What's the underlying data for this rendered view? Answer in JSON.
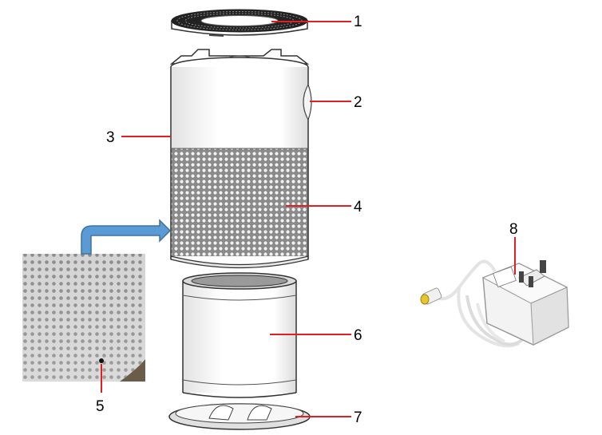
{
  "callouts": [
    {
      "number": "1",
      "part": "top-grille"
    },
    {
      "number": "2",
      "part": "control-panel"
    },
    {
      "number": "3",
      "part": "upper-housing"
    },
    {
      "number": "4",
      "part": "perforated-mesh-housing"
    },
    {
      "number": "5",
      "part": "sensor-hole"
    },
    {
      "number": "6",
      "part": "cylindrical-filter"
    },
    {
      "number": "7",
      "part": "base"
    },
    {
      "number": "8",
      "part": "power-adapter"
    }
  ],
  "colors": {
    "leader_line": "#e02020",
    "arrow": "#5b9bd5",
    "arrow_outline": "#41719c",
    "device_outline": "#333333",
    "mesh_dark": "#3a3a3a"
  }
}
